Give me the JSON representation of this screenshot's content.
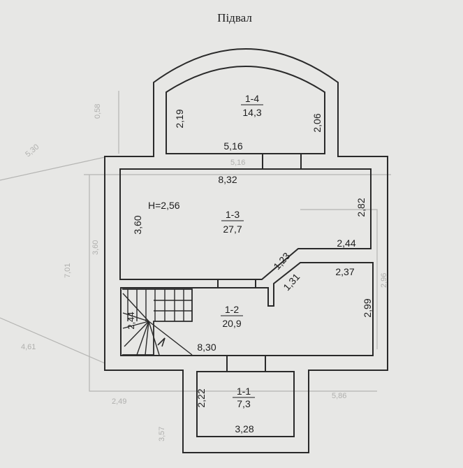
{
  "title": "Підвал",
  "height_note": "H=2,56",
  "rooms": [
    {
      "id": "1-4",
      "area": "14,3"
    },
    {
      "id": "1-3",
      "area": "27,7"
    },
    {
      "id": "1-2",
      "area": "20,9"
    },
    {
      "id": "1-1",
      "area": "7,3"
    }
  ],
  "dimensions": {
    "r14_width": "5,16",
    "r14_left_h": "2,19",
    "r14_right_h": "2,06",
    "r13_width": "8,32",
    "r13_left_h": "3,60",
    "r13_right_h": "2,82",
    "r13_step_w": "2,44",
    "diag_upper": "1,23",
    "diag_lower": "1,31",
    "r12_step_w": "2,37",
    "r12_right_h": "2,99",
    "r12_left_h": "2,44",
    "r12_width": "8,30",
    "r11_width": "3,28",
    "r11_left_h": "2,22"
  },
  "ghost_labels": [
    "5,30",
    "7,01",
    "5,16",
    "3,60",
    "4,61",
    "2,49",
    "5,86",
    "3,57",
    "2,96",
    "0,58"
  ]
}
